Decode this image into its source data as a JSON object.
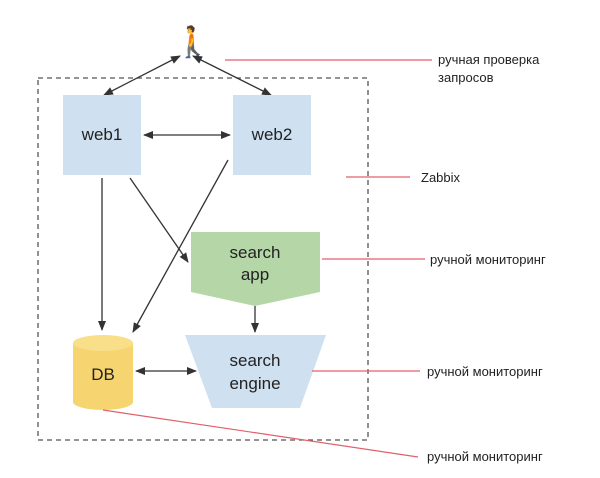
{
  "diagram": {
    "walker_icon": "🚶",
    "colors": {
      "web_box": "#cfe0f1",
      "search_app": "#b5d7a8",
      "search_engine": "#cfe0f1",
      "db": "#f6d470",
      "db_top": "#f9df8a",
      "arrow": "#333333",
      "callout_line": "#e0606a",
      "boundary": "#555555"
    },
    "nodes": {
      "web1": "web1",
      "web2": "web2",
      "search_app_line1": "search",
      "search_app_line2": "app",
      "search_engine_line1": "search",
      "search_engine_line2": "engine",
      "db": "DB"
    },
    "labels": {
      "manual_check_line1": "ручная проверка",
      "manual_check_line2": "запросов",
      "zabbix": "Zabbix",
      "search_app_monitoring": "ручной мониторинг",
      "search_engine_monitoring": "ручной мониторинг",
      "db_monitoring": "ручной мониторинг"
    }
  }
}
